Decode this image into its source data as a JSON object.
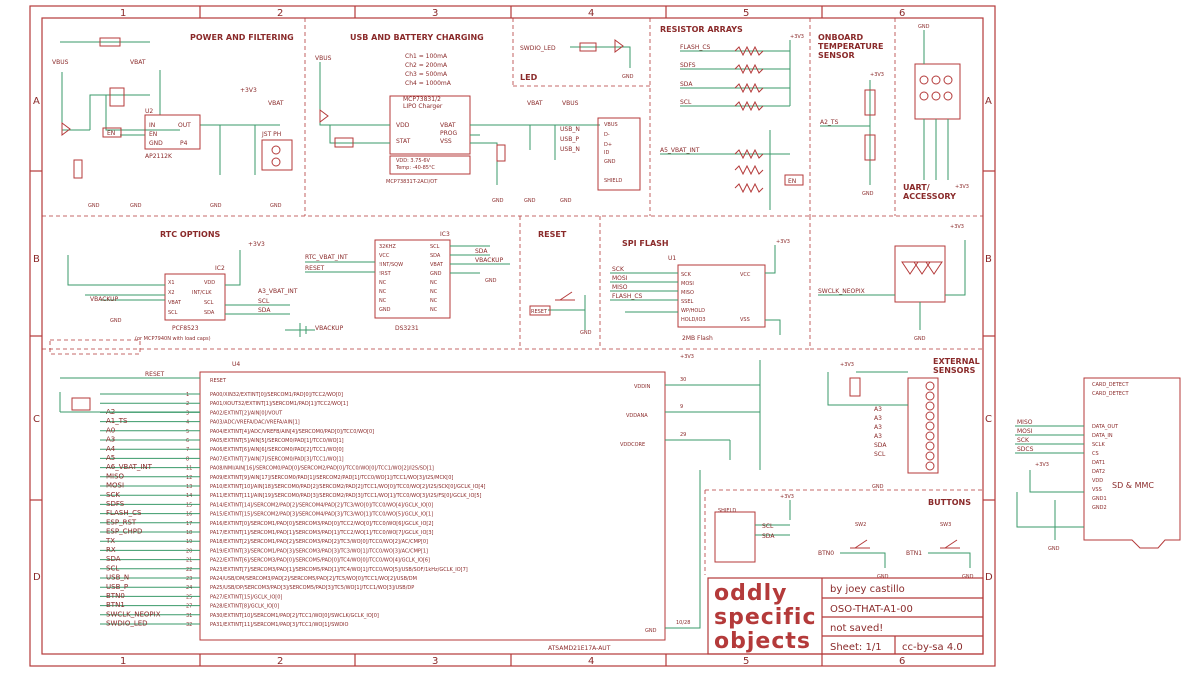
{
  "zones": {
    "cols": [
      "1",
      "2",
      "3",
      "4",
      "5",
      "6"
    ],
    "rows": [
      "A",
      "B",
      "C",
      "D"
    ]
  },
  "sections": {
    "power": "POWER AND FILTERING",
    "usb": "USB AND BATTERY CHARGING",
    "led": "LED",
    "resistors": "RESISTOR ARRAYS",
    "temp": [
      "ONBOARD",
      "TEMPERATURE",
      "SENSOR"
    ],
    "uart": [
      "UART/",
      "ACCESSORY"
    ],
    "rtc": "RTC OPTIONS",
    "reset": "RESET",
    "spi": "SPI FLASH",
    "external": [
      "EXTERNAL",
      "SENSORS"
    ],
    "buttons": "BUTTONS",
    "sd": "SD & MMC"
  },
  "nets": {
    "vbat": "VBAT",
    "vbus": "VBUS",
    "v3": "+3V3",
    "gnd": "GND",
    "en": "EN",
    "jst": "JST PH",
    "swdio_led": "SWDIO_LED",
    "flash_cs": "FLASH_CS",
    "sdfs": "SDFS",
    "sda": "SDA",
    "scl": "SCL",
    "a5_vbat_int": "A5_VBAT_INT",
    "a2_ts": "A2_TS",
    "usb_n": "USB_N",
    "usb_p": "USB_P",
    "vbackup": "VBACKUP",
    "reset": "RESET",
    "rtc_vbat_int": "RTC_VBAT_INT",
    "a3_vbat_int": "A3_VBAT_INT",
    "swclk_neopix": "SWCLK_NEOPIX",
    "mosi": "MOSI",
    "miso": "MISO",
    "sck": "SCK",
    "sw_reset": "RESET",
    "btn0": "BTN0",
    "btn1": "BTN1",
    "a3": "A3"
  },
  "charge_table": [
    "Ch1 = 100mA",
    "Ch2 = 200mA",
    "Ch3 = 500mA",
    "Ch4 = 1000mA"
  ],
  "chips": {
    "mcp": {
      "name": "MCP73831/2",
      "sub": "LIPO Charger",
      "pins_l": [
        "VDD",
        "STAT"
      ],
      "pins_r": [
        "VBAT",
        "PROG",
        "VSS"
      ],
      "note1": "VDD: 3.75-6V",
      "note2": "Temp: -40-85°C",
      "ref": "MCP73831T-2ACI/OT"
    },
    "ldo": {
      "ref": "U2",
      "pins_l": [
        "IN",
        "EN",
        "GND"
      ],
      "pins_r": [
        "OUT",
        "P4"
      ],
      "name": "AP2112K"
    },
    "pcf": {
      "ref": "IC2",
      "name": "PCF8523",
      "note": "(or MCP7940N with load caps)",
      "pins_l": [
        "X1",
        "X2",
        "VBAT",
        "SCL"
      ],
      "pins_r": [
        "VDD",
        "INT/CLK",
        "SCL",
        "SDA"
      ]
    },
    "ds": {
      "ref": "IC3",
      "name": "DS3231",
      "pins_l": [
        "32KHZ",
        "VCC",
        "!INT/SQW",
        "!RST",
        "NC",
        "NC",
        "NC",
        "GND"
      ],
      "pins_r": [
        "SCL",
        "SDA",
        "VBAT",
        "GND",
        "NC",
        "NC",
        "NC",
        "NC"
      ]
    },
    "flash": {
      "ref": "U1",
      "name": "2MB Flash",
      "pins_l": [
        "SCK",
        "MOSI",
        "MISO",
        "SSEL",
        "WP/HOLD",
        "HOLD/IO3"
      ],
      "pins_r": [
        "VCC",
        "VSS"
      ]
    },
    "mcu": {
      "ref": "U4",
      "name": "ATSAMD21E17A-AUT",
      "reset": "RESET",
      "pins": [
        "PA00/XIN32/EXTINT[0]/SERCOM1/PAD[0]/TCC2/WO[0]",
        "PA01/XOUT32/EXTINT[1]/SERCOM1/PAD[1]/TCC2/WO[1]",
        "PA02/EXTINT[2]/AIN[0]/VOUT",
        "PA03/ADC/VREFA/DAC/VREFA/AIN[1]",
        "PA04/EXTINT[4]/ADC/VREFB/AIN[4]/SERCOM0/PAD[0]/TCC0/WO[0]",
        "PA05/EXTINT[5]/AIN[5]/SERCOM0/PAD[1]/TCC0/WO[1]",
        "PA06/EXTINT[6]/AIN[6]/SERCOM0/PAD[2]/TCC1/WO[0]",
        "PA07/EXTINT[7]/AIN[7]/SERCOM0/PAD[3]/TCC1/WO[1]",
        "PA08/NMI/AIN[16]/SERCOM0/PAD[0]/SERCOM2/PAD[0]/TCC0/WO[0]/TCC1/WO[2]/I2S/SD[1]",
        "PA09/EXTINT[9]/AIN[17]/SERCOM0/PAD[1]/SERCOM2/PAD[1]/TCC0/WO[1]/TCC1/WO[3]/I2S/MCK[0]",
        "PA10/EXTINT[10]/AIN[18]/SERCOM0/PAD[2]/SERCOM2/PAD[2]/TCC1/WO[0]/TCC0/WO[2]/I2S/SCK[0]/GCLK_IO[4]",
        "PA11/EXTINT[11]/AIN[19]/SERCOM0/PAD[3]/SERCOM2/PAD[3]/TCC1/WO[1]/TCC0/WO[3]/I2S/FS[0]/GCLK_IO[5]",
        "PA14/EXTINT[14]/SERCOM2/PAD[2]/SERCOM4/PAD[2]/TC3/WO[0]/TCC0/WO[4]/GCLK_IO[0]",
        "PA15/EXTINT[15]/SERCOM2/PAD[3]/SERCOM4/PAD[3]/TC3/WO[1]/TCC0/WO[5]/GCLK_IO[1]",
        "PA16/EXTINT[0]/SERCOM1/PAD[0]/SERCOM3/PAD[0]/TCC2/WO[0]/TCC0/WO[6]/GCLK_IO[2]",
        "PA17/EXTINT[1]/SERCOM1/PAD[1]/SERCOM3/PAD[1]/TCC2/WO[1]/TCC0/WO[7]/GCLK_IO[3]",
        "PA18/EXTINT[2]/SERCOM1/PAD[2]/SERCOM3/PAD[2]/TC3/WO[0]/TCC0/WO[2]/AC/CMP[0]",
        "PA19/EXTINT[3]/SERCOM1/PAD[3]/SERCOM3/PAD[3]/TC3/WO[1]/TCC0/WO[3]/AC/CMP[1]",
        "PA22/EXTINT[6]/SERCOM3/PAD[0]/SERCOM5/PAD[0]/TC4/WO[0]/TCC0/WO[4]/GCLK_IO[6]",
        "PA23/EXTINT[7]/SERCOM3/PAD[1]/SERCOM5/PAD[1]/TC4/WO[1]/TCC0/WO[5]/USB/SOF/1kHz/GCLK_IO[7]",
        "PA24/USB/DM/SERCOM3/PAD[2]/SERCOM5/PAD[2]/TC5/WO[0]/TCC1/WO[2]/USB/DM",
        "PA25/USB/DP/SERCOM3/PAD[3]/SERCOM5/PAD[3]/TC5/WO[1]/TCC1/WO[3]/USB/DP",
        "PA27/EXTINT[15]/GCLK_IO[0]",
        "PA28/EXTINT[8]/GCLK_IO[0]",
        "PA30/EXTINT[10]/SERCOM1/PAD[2]/TCC1/WO[0]/SWCLK/GCLK_IO[0]",
        "PA31/EXTINT[11]/SERCOM1/PAD[3]/TCC1/WO[1]/SWDIO"
      ],
      "pin_nums": [
        "1",
        "2",
        "3",
        "4",
        "5",
        "6",
        "7",
        "8",
        "11",
        "12",
        "13",
        "14",
        "15",
        "16",
        "17",
        "18",
        "19",
        "20",
        "21",
        "22",
        "23",
        "24",
        "25",
        "27",
        "31",
        "32"
      ],
      "left_nets": [
        "A2",
        "A1_TS",
        "A0",
        "A3",
        "A4",
        "A5",
        "A6_VBAT_INT",
        "MISO",
        "MOSI",
        "SCK",
        "SDFS",
        "FLASH_CS",
        "ESP_RST",
        "ESP_CHPD",
        "TX",
        "RX",
        "SDA",
        "SCL",
        "USB_N",
        "USB_P",
        "BTN0",
        "BTN1",
        "SWCLK_NEOPIX",
        "SWDIO_LED"
      ],
      "right_pins": [
        "VDDIN",
        "VDDANA",
        "VDDCORE",
        "GND"
      ],
      "right_nums": [
        "30",
        "9",
        "29",
        "10/28"
      ]
    },
    "sdcard": {
      "name": "SD & MMC",
      "pins": [
        "CARD_DETECT",
        "CARD_DETECT",
        "DATA_OUT",
        "DATA_IN",
        "SCLK",
        "CS",
        "DAT1",
        "DAT2",
        "VDD",
        "VSS",
        "GND1",
        "GND2"
      ],
      "nets": [
        "MISO",
        "MOSI",
        "SCK",
        "SDCS"
      ]
    }
  },
  "title_block": {
    "logo": [
      "oddly",
      "specific",
      "objects"
    ],
    "author": "by joey castillo",
    "project": "OSO-THAT-A1-00",
    "status": "not saved!",
    "sheet": "Sheet: 1/1",
    "license": "cc-by-sa 4.0"
  }
}
